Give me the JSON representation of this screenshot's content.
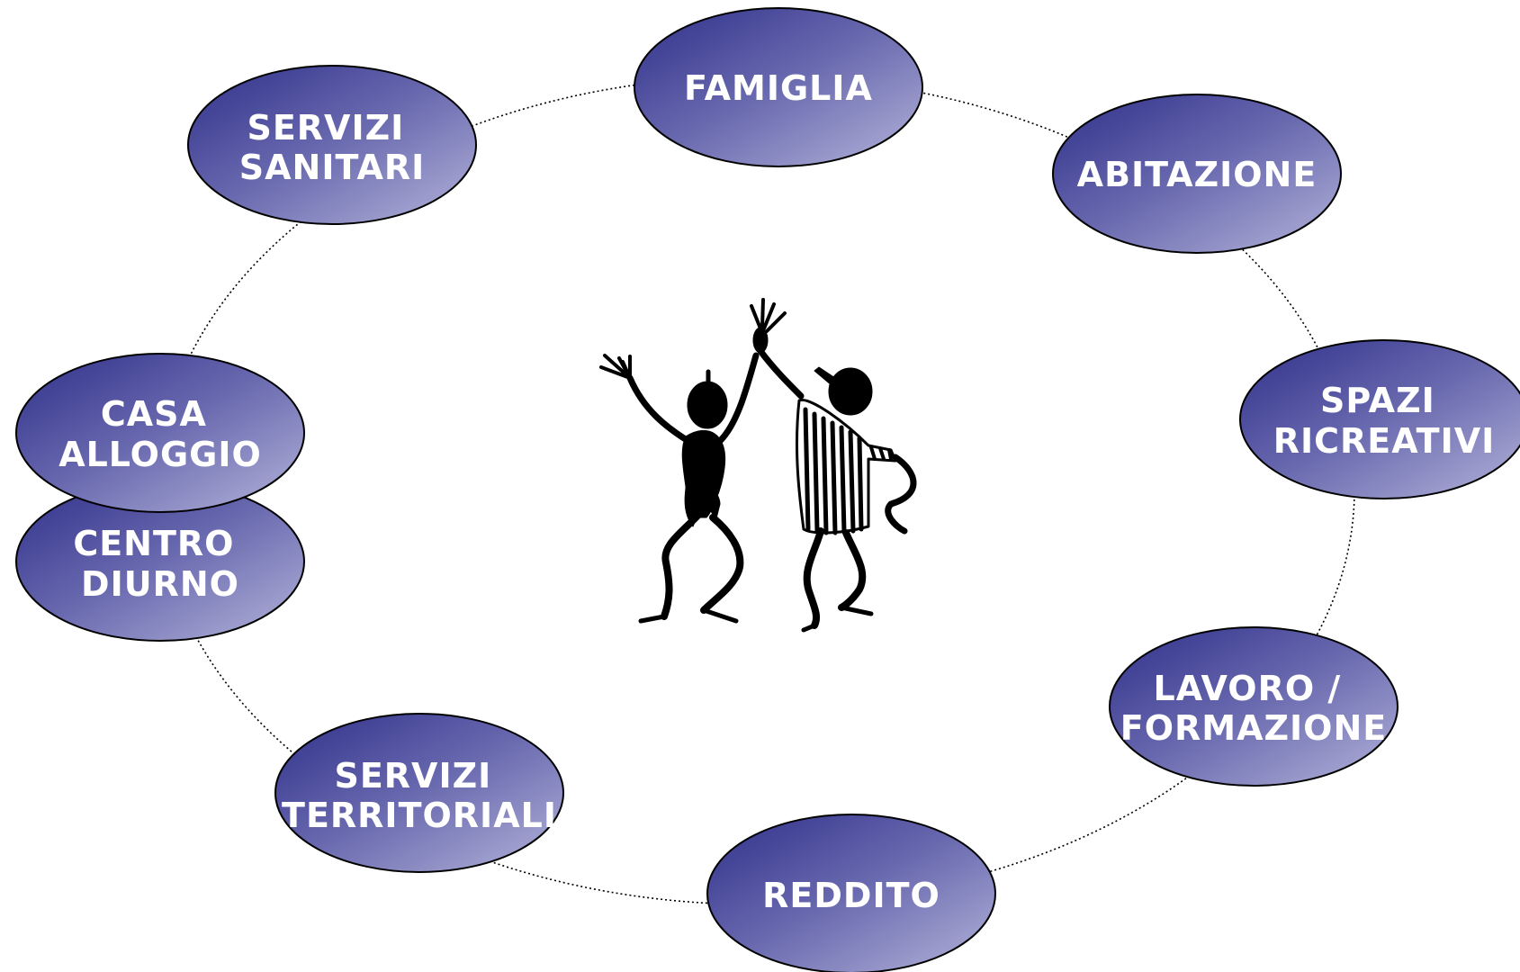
{
  "diagram": {
    "colors": {
      "ellipse_dark": "#2f2f8a",
      "ellipse_mid": "#6a6ab0",
      "ellipse_light": "#b4b4da",
      "outline": "#000000",
      "label": "#ffffff",
      "ring": "#000000"
    },
    "center_icon": "two-people-high-five-icon",
    "nodes": [
      {
        "id": "famiglia",
        "lines": [
          "FAMIGLIA"
        ]
      },
      {
        "id": "abitazione",
        "lines": [
          "ABITAZIONE"
        ]
      },
      {
        "id": "spazi-ricreativi",
        "lines": [
          "SPAZI",
          "RICREATIVI"
        ]
      },
      {
        "id": "lavoro-formazione",
        "lines": [
          "LAVORO /",
          "FORMAZIONE"
        ]
      },
      {
        "id": "reddito",
        "lines": [
          "REDDITO"
        ]
      },
      {
        "id": "servizi-territoriali",
        "lines": [
          "SERVIZI",
          "TERRITORIALI"
        ]
      },
      {
        "id": "centro-diurno",
        "lines": [
          "CENTRO",
          "DIURNO"
        ]
      },
      {
        "id": "casa-alloggio",
        "lines": [
          "CASA",
          "ALLOGGIO"
        ]
      },
      {
        "id": "servizi-sanitari",
        "lines": [
          "SERVIZI",
          "SANITARI"
        ]
      }
    ]
  }
}
